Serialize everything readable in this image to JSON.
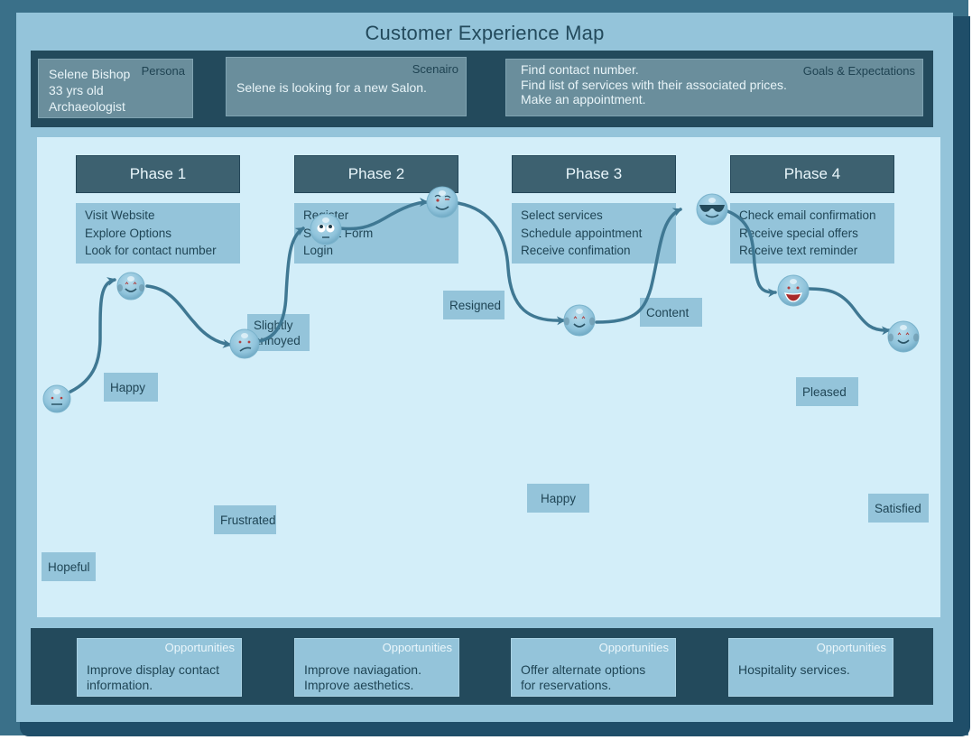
{
  "title": "Customer Experience Map",
  "persona": {
    "tag": "Persona",
    "lines": [
      "Selene Bishop",
      "33 yrs old",
      "Archaeologist"
    ]
  },
  "scenario": {
    "tag": "Scenairo",
    "lines": [
      "Selene is looking for a new Salon."
    ]
  },
  "goals": {
    "tag": "Goals & Expectations",
    "lines": [
      "Find contact number.",
      "Find list of services with their associated prices.",
      "Make an appointment."
    ]
  },
  "phases": [
    {
      "label": "Phase 1",
      "steps": [
        "Visit Website",
        "Explore Options",
        "Look for contact number"
      ]
    },
    {
      "label": "Phase 2",
      "steps": [
        "Register",
        "Submit Form",
        "Login"
      ]
    },
    {
      "label": "Phase 3",
      "steps": [
        "Select services",
        "Schedule appointment",
        "Receive confimation"
      ]
    },
    {
      "label": "Phase 4",
      "steps": [
        "Check email confirmation",
        "Receive special offers",
        "Receive text reminder"
      ]
    }
  ],
  "emotions": [
    {
      "label": "Hopeful",
      "icon": "neutral-face-icon"
    },
    {
      "label": "Happy",
      "icon": "blushing-smile-icon"
    },
    {
      "label": "Frustrated",
      "icon": "frown-face-icon"
    },
    {
      "label": "Slightly annoyed",
      "label_lines": [
        "Slightly",
        "annoyed"
      ],
      "icon": "eye-roll-face-icon"
    },
    {
      "label": "Resigned",
      "icon": "wink-face-icon"
    },
    {
      "label": "Happy",
      "icon": "blushing-smile-icon"
    },
    {
      "label": "Content",
      "icon": "sunglasses-face-icon"
    },
    {
      "label": "Pleased",
      "icon": "grin-face-icon"
    },
    {
      "label": "Satisfied",
      "icon": "blushing-smile-icon"
    }
  ],
  "opportunities": [
    {
      "tag": "Opportunities",
      "lines": [
        "Improve display contact",
        "information."
      ]
    },
    {
      "tag": "Opportunities",
      "lines": [
        "Improve naviagation.",
        "Improve aesthetics."
      ]
    },
    {
      "tag": "Opportunities",
      "lines": [
        "Offer alternate options",
        "for reservations."
      ]
    },
    {
      "tag": "Opportunities",
      "lines": [
        "Hospitality services."
      ]
    }
  ],
  "colors": {
    "outer": "#3a7089",
    "frame": "#94c4da",
    "dark_band": "#234a5c",
    "main_bg": "#d3eef9",
    "phase_header": "#3d6170",
    "curve": "#3f7893",
    "face": "#8fc3db"
  }
}
